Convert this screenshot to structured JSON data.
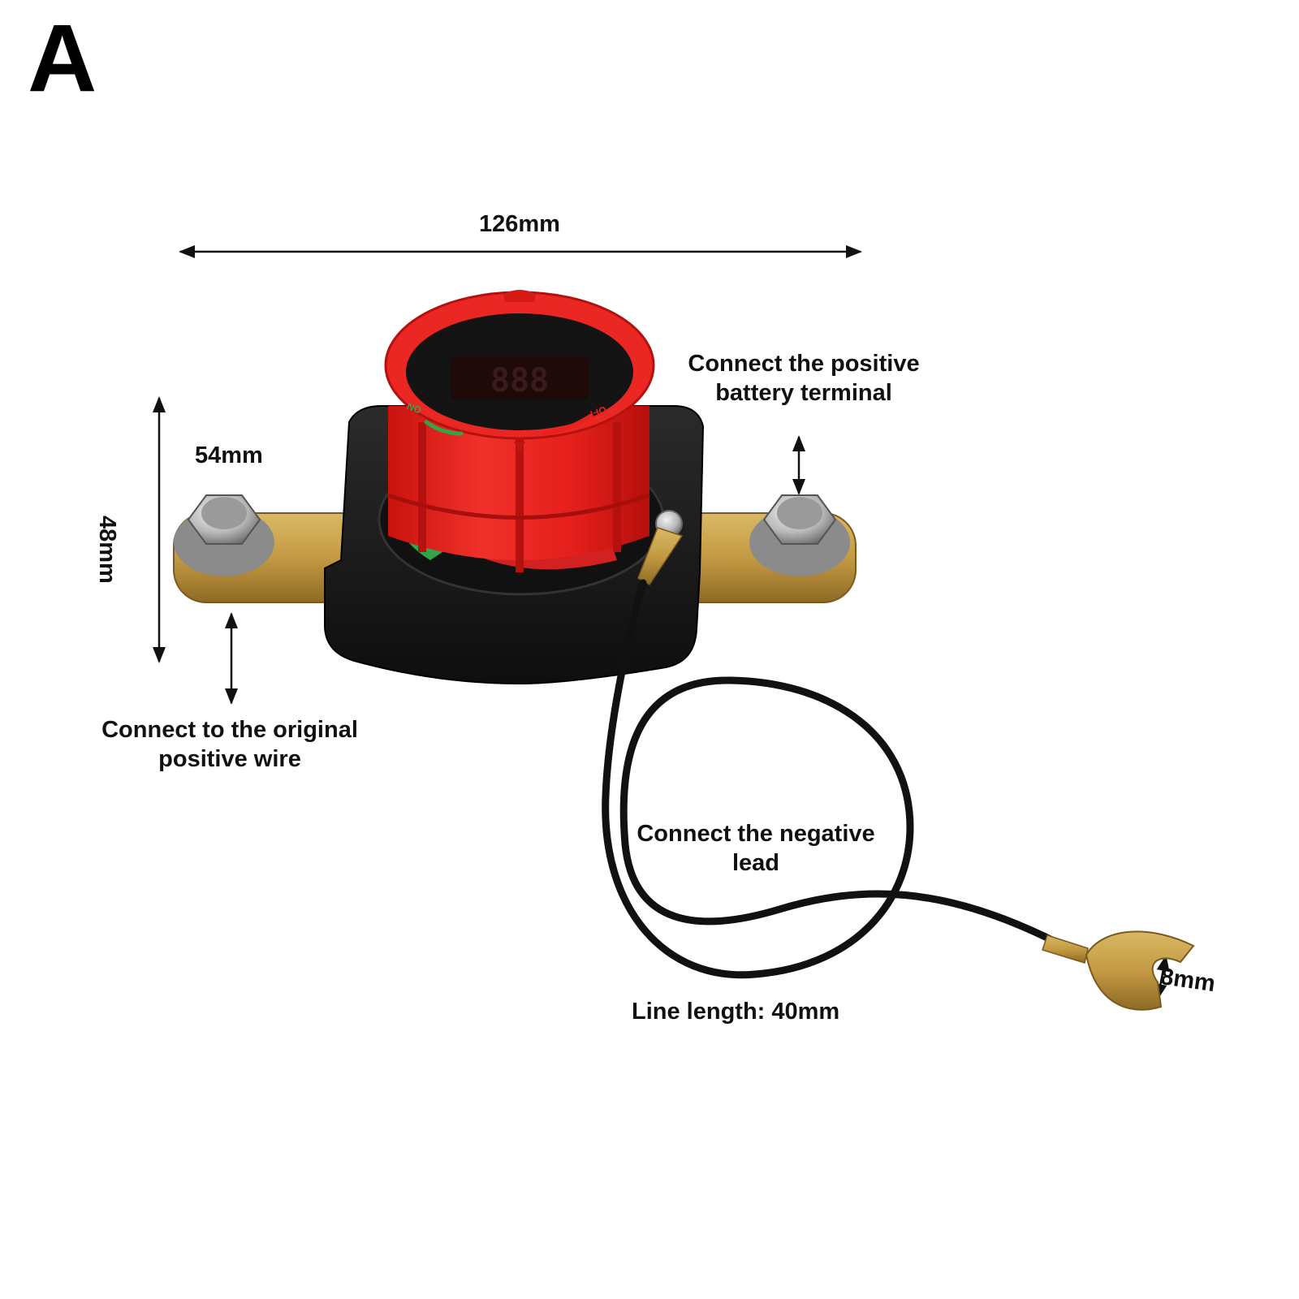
{
  "corner_letter": "A",
  "dimensions": {
    "width": "126mm",
    "terminal": "54mm",
    "height": "48mm",
    "ring": "8mm"
  },
  "annotations": {
    "positive_battery": [
      "Connect the positive",
      "battery terminal"
    ],
    "original_wire": [
      "Connect to the original",
      "positive wire"
    ],
    "negative_lead": [
      "Connect the negative",
      "lead"
    ],
    "line_length": "Line length: 40mm"
  },
  "knob": {
    "on_label": "ON",
    "off_label": "OFF",
    "display": "888"
  },
  "colors": {
    "knob_red": "#e8211e",
    "housing_black": "#1c1c1c",
    "brass": "#c8a24d",
    "on_green": "#2fa64a",
    "wire_black": "#111111"
  }
}
